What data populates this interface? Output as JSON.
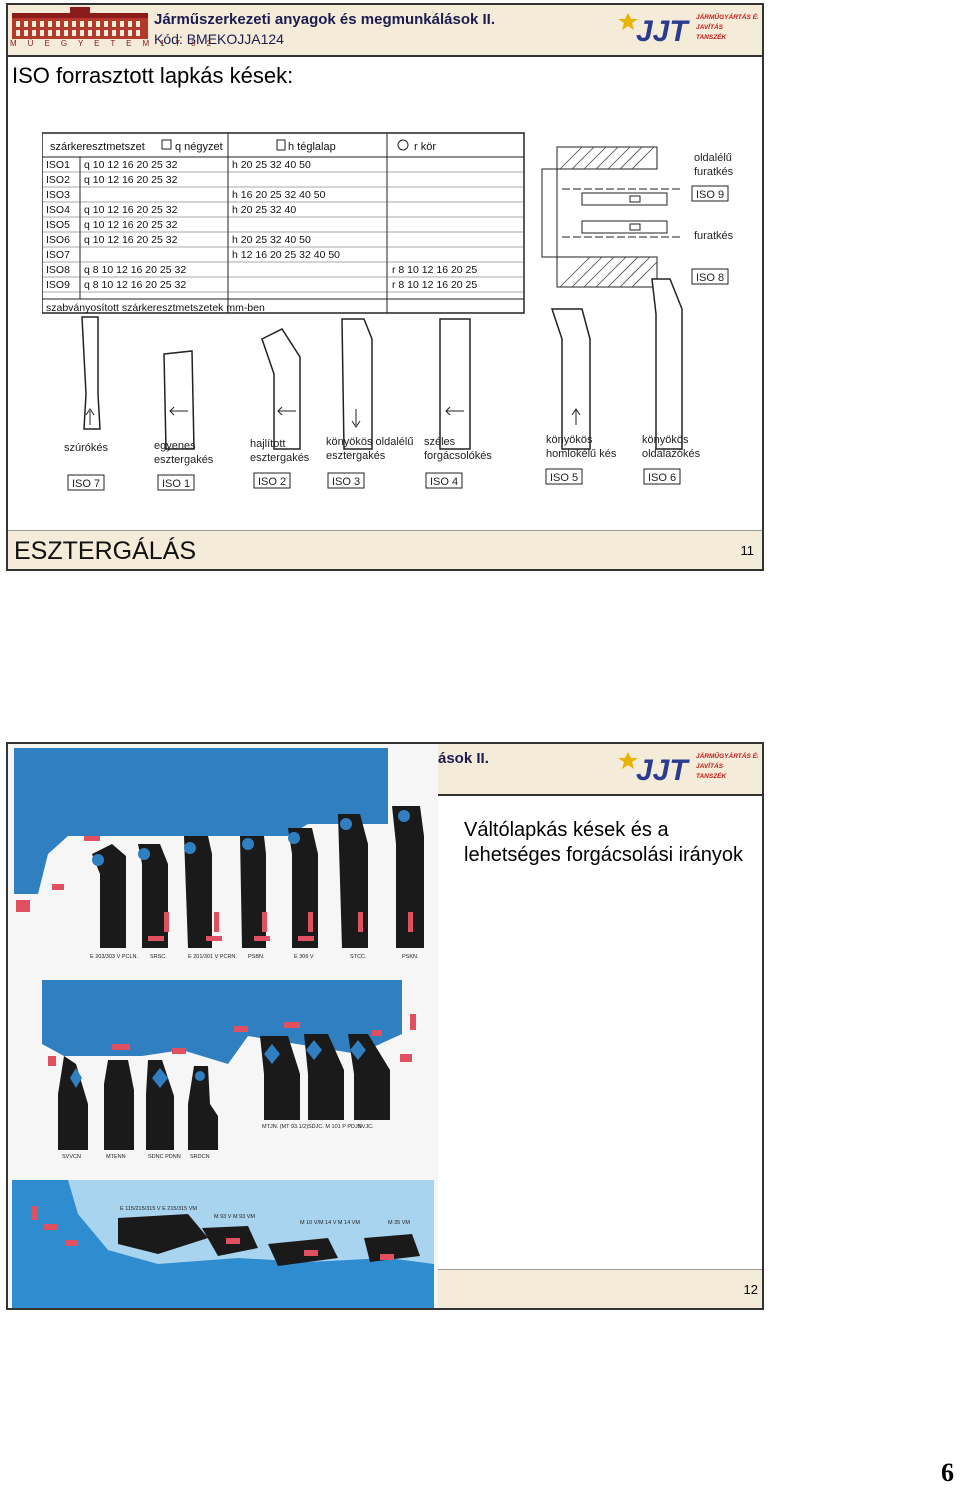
{
  "slide1": {
    "university_text": "M Ű E G Y E T E M  1 7 8 2",
    "course_title": "Járműszerkezeti anyagok és megmunkálások II.",
    "course_code": "Kód: BMEKOJJA124",
    "logo_text": "JJT",
    "dept_lines": [
      "JÁRMŰGYÁRTÁS ÉS",
      "JAVÍTÁS",
      "TANSZÉK"
    ],
    "title": "ISO forrasztott lapkás kések:",
    "table": {
      "headers": [
        "szárkeresztmetszet",
        "q négyzet",
        "h téglalap",
        "r kör"
      ],
      "rows": [
        {
          "code": "ISO1",
          "q": "q  10 12 16 20 25 32",
          "h": "h   20 25 32 40 50",
          "r": ""
        },
        {
          "code": "ISO2",
          "q": "q  10 12 16 20 25 32",
          "h": "",
          "r": ""
        },
        {
          "code": "ISO3",
          "q": "",
          "h": "h   16 20 25 32 40 50",
          "r": ""
        },
        {
          "code": "ISO4",
          "q": "q  10 12 16 20 25 32",
          "h": "h   20 25 32 40",
          "r": ""
        },
        {
          "code": "ISO5",
          "q": "q  10 12 16 20 25 32",
          "h": "",
          "r": ""
        },
        {
          "code": "ISO6",
          "q": "q  10 12 16 20 25 32",
          "h": "h   20 25 32 40 50",
          "r": ""
        },
        {
          "code": "ISO7",
          "q": "",
          "h": "h 12 16 20 25 32 40 50",
          "r": ""
        },
        {
          "code": "ISO8",
          "q": "q 8 10 12 16 20 25 32",
          "h": "",
          "r": "r 8 10 12 16 20 25"
        },
        {
          "code": "ISO9",
          "q": "q 8 10 12 16 20 25 32",
          "h": "",
          "r": "r 8 10 12 16 20 25"
        }
      ],
      "footnote": "szabványosított szárkeresztmetszetek mm-ben"
    },
    "side_labels": {
      "top": [
        "oldalélű",
        "furatkés"
      ],
      "top_code": "ISO 9",
      "bottom": "furatkés",
      "bottom_code": "ISO 8"
    },
    "tools": [
      {
        "name": [
          "szúrókés"
        ],
        "code": "ISO 7"
      },
      {
        "name": [
          "egyenes",
          "esztergakés"
        ],
        "code": "ISO 1"
      },
      {
        "name": [
          "hajlított",
          "esztergakés"
        ],
        "code": "ISO 2"
      },
      {
        "name": [
          "könyökös oldalélű",
          "esztergakés"
        ],
        "code": "ISO 3"
      },
      {
        "name": [
          "széles",
          "forgácsolókés"
        ],
        "code": "ISO 4"
      },
      {
        "name": [
          "könyökös",
          "homlokélű kés"
        ],
        "code": "ISO 5"
      },
      {
        "name": [
          "könyökös",
          "oldalazókés"
        ],
        "code": "ISO 6"
      }
    ],
    "footer_title": "ESZTERGÁLÁS",
    "page": "11"
  },
  "slide2": {
    "header_text": "ások II.",
    "title": "Váltólapkás kések és a lehetséges forgácsolási irányok",
    "row1_codes": [
      "E 203/303 V PCLN.",
      "SRSC.",
      "E 201/301 V PCRN.",
      "PSBN.",
      "E 306 V",
      "STCC.",
      "PSKN."
    ],
    "row2_codes": [
      "SVVCN",
      "MTENN",
      "SDNC PDNN",
      "SRDCN",
      "MTJN. (MT 93.1/2)",
      "SDJC. M 101 P PDJN",
      "SVJC."
    ],
    "row3_codes": [
      "E 115/215/315 V E 215/315 VM",
      "M 93 V M 93 VM",
      "M 10 V/M 14 V M 14 VM",
      "M 35 VM"
    ],
    "page": "12"
  },
  "sheet_number": "6"
}
